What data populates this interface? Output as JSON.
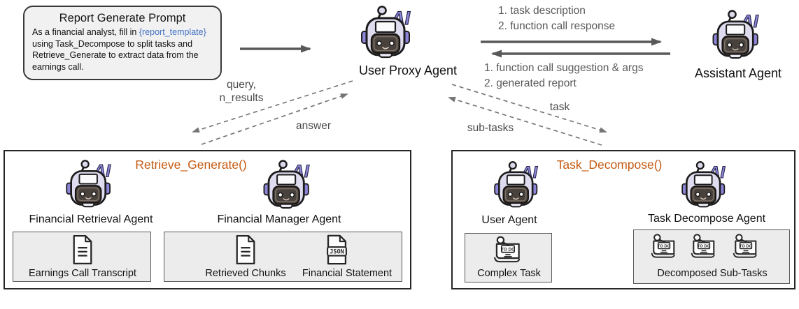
{
  "prompt_box": {
    "title": "Report Generate Prompt",
    "body_prefix": "As a financial analyst, fill in ",
    "body_highlight": "{report_template}",
    "body_suffix": " using Task_Decompose to split tasks and Retrieve_Generate to extract data from the earnings call."
  },
  "agents": {
    "user_proxy": "User Proxy Agent",
    "assistant": "Assistant Agent"
  },
  "message_flows": {
    "user_proxy_to_assistant": [
      "1. task description",
      "2. function call response"
    ],
    "assistant_to_user_proxy": [
      "1. function call suggestion & args",
      "2. generated report"
    ]
  },
  "dashed_flow_labels": {
    "query_line1": "query,",
    "query_line2": "n_results",
    "answer": "answer",
    "task": "task",
    "subtasks": "sub-tasks"
  },
  "retrieve_generate_box": {
    "title": "Retrieve_Generate()",
    "left_agent": "Financial Retrieval Agent",
    "right_agent": "Financial Manager Agent",
    "earnings_box": {
      "label": "Earnings Call Transcript"
    },
    "results_box": {
      "label_left": "Retrieved Chunks",
      "label_right": "Financial Statement"
    }
  },
  "task_decompose_box": {
    "title": "Task_Decompose()",
    "left_agent": "User Agent",
    "right_agent": "Task Decompose Agent",
    "complex_box": {
      "label": "Complex Task"
    },
    "subtasks_box": {
      "label": "Decomposed Sub-Tasks"
    }
  },
  "icon_texts": {
    "robot_badge": "AI",
    "json_badge": "JSON",
    "todo_badge": "TO DO"
  },
  "icons": {
    "robot": "ai-robot-icon",
    "document": "document-icon",
    "json_file": "json-file-icon",
    "todo_list": "todo-list-icon"
  },
  "colors": {
    "function_title_orange": "#C55A11",
    "template_blue": "#4472C4",
    "solid_arrow_gray": "#595959",
    "dashed_arrow_gray": "#757575"
  }
}
